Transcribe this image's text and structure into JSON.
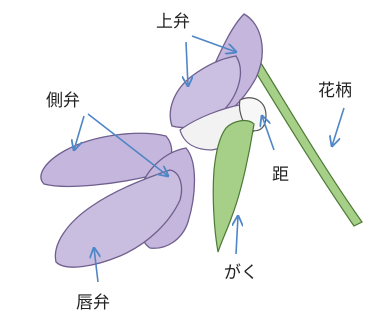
{
  "labels": {
    "upper_petal": "上弁",
    "side_petal": "側弁",
    "lip_petal": "唇弁",
    "spur": "距",
    "sepal": "がく",
    "pedicel": "花柄"
  },
  "colors": {
    "petal_fill": "#c4b6dc",
    "petal_stroke": "#6f5f8e",
    "sepal_fill": "#a6cf88",
    "sepal_stroke": "#4c7a35",
    "arrow": "#4f86c6",
    "text": "#222222"
  }
}
